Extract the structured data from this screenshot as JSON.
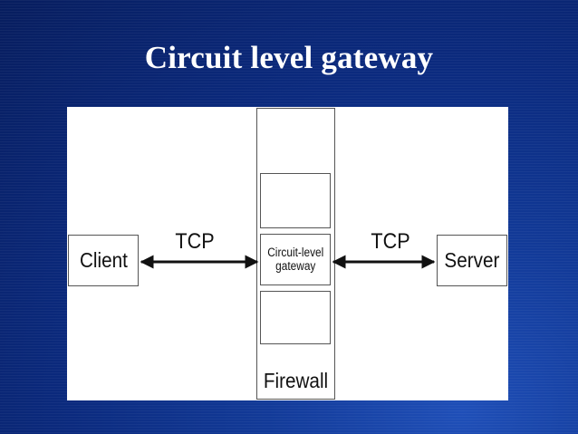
{
  "slide": {
    "title": "Circuit level gateway"
  },
  "diagram": {
    "client_label": "Client",
    "server_label": "Server",
    "gateway_label_line1": "Circuit-level",
    "gateway_label_line2": "gateway",
    "firewall_label": "Firewall",
    "left_link_label": "TCP",
    "right_link_label": "TCP"
  }
}
